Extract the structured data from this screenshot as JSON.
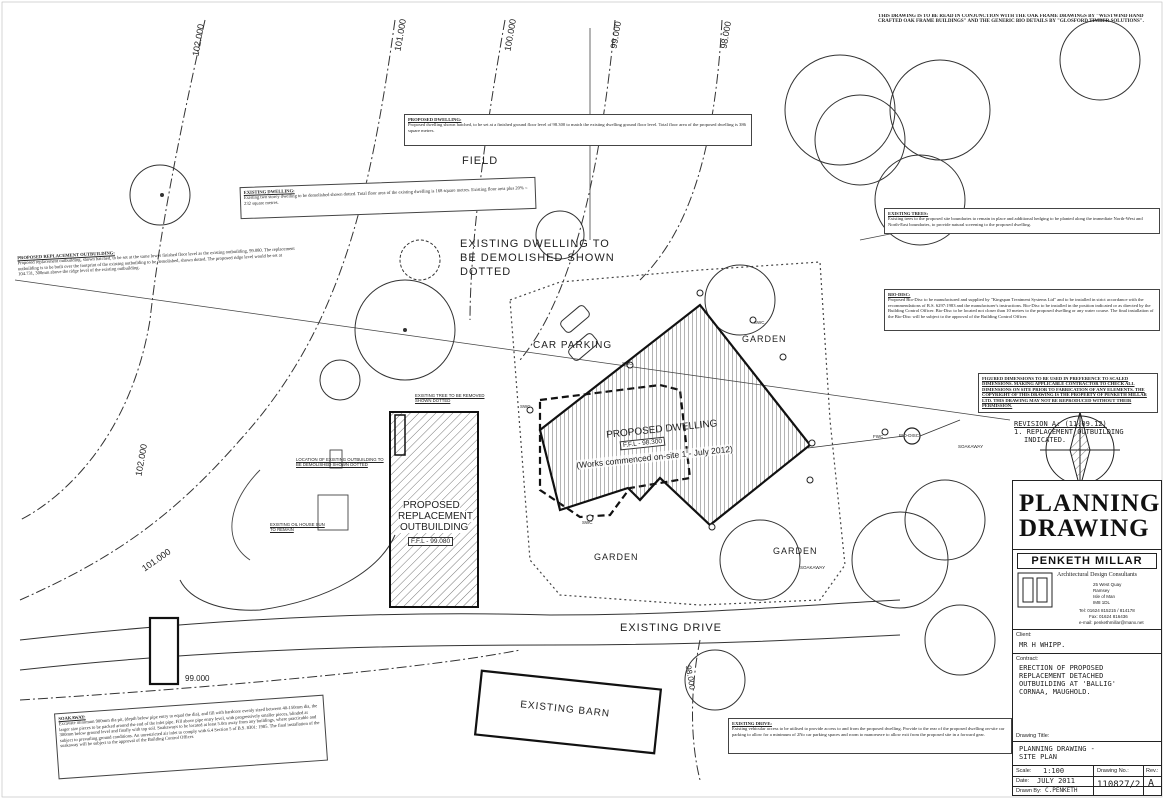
{
  "header_note": "THIS DRAWING IS TO BE READ IN CONJUNCTION WITH THE OAK FRAME DRAWINGS BY \"WESTWIND HAND CRAFTED OAK FRAME BUILDINGS\" AND THE GENERIC BIO DETAILS BY \"GLOSFORD TIMBER SOLUTIONS\".",
  "contours": [
    "102.000",
    "101.000",
    "100.000",
    "99.000",
    "98.000",
    "102.000",
    "101.000",
    "99.000",
    "98.000"
  ],
  "labels": {
    "field": "FIELD",
    "existing_dwelling": "EXISTING DWELLING TO",
    "existing_dwelling_2": "BE DEMOLISHED SHOWN",
    "existing_dwelling_3": "DOTTED",
    "car_parking": "CAR PARKING",
    "garden_ne": "GARDEN",
    "garden_s": "GARDEN",
    "garden_e": "GARDEN",
    "existing_drive": "EXISTING     DRIVE",
    "existing_barn": "EXISTING     BARN",
    "proposed_dwelling": "PROPOSED DWELLING",
    "dwelling_ffl": "F.F.L - 98.300",
    "works_commenced": "(Works commenced on-site 1 - July 2012)",
    "outbuilding_1": "PROPOSED",
    "outbuilding_2": "REPLACEMENT",
    "outbuilding_3": "OUTBUILDING",
    "outbuilding_ffl": "F.F.L - 99.080",
    "bio_disc": "BIO-DISC",
    "soakaway": "SOAKAWAY",
    "soakaway_2": "SOAKAWAY",
    "existing_trees_note": "EXISTING TREE TO BE REMOVED SHOWN DOTTED",
    "location_note": "LOCATION OF EXISTING OUTBUILDING TO BE DEMOLISHED SHOWN DOTTED",
    "existing_oil": "EXISTING OIL HOUSE SUN TO REMAIN",
    "svp1": "SWC",
    "svp2": "SWC",
    "svp3": "SWC",
    "svp4": "SWC",
    "svp5": "FWC"
  },
  "notes": {
    "proposed_dwelling_h": "PROPOSED DWELLING:",
    "proposed_dwelling_t": "Proposed dwelling shown hatched, to be set at a finished ground floor level of 98.300 to match the existing dwelling ground floor level. Total floor area of the proposed dwelling is 386 square metres.",
    "existing_dwelling_h": "EXISTING DWELLING:",
    "existing_dwelling_t": "Existing two storey dwelling to be demolished shown dotted. Total floor area of the existing dwelling is 168 square metres. Existing floor area plus 20% = 232 square metres.",
    "outbuilding_h": "PROPOSED REPLACEMENT OUTBUILDING:",
    "outbuilding_t": "Proposed replacement outbuilding, shown hatched, to be set at the same lower finished floor level as the existing outbuilding, 99.080. The replacement outbuilding is to be built over the footprint of the existing outbuilding to be demolished, shown dotted. The proposed ridge level would be set at 104.731, 300mm above the ridge level of the existing outbuilding.",
    "trees_h": "EXISTING TREES:",
    "trees_t": "Existing trees to the proposed site boundaries to remain in place and additional hedging to be planted along the immediate North-West and North-East boundaries, to provide natural screening to the proposed dwelling.",
    "biodisc_h": "BIO-DISC:",
    "biodisc_t": "Proposed Bio-Disc to be manufactured and supplied by \"Kingspan Treatment Systems Ltd\" and to be installed in strict accordance with the recommendations of B.S. 6297:1983 and the manufacturer's instructions. Bio-Disc to be installed in the position indicated or as directed by the Building Control Officer. Bio-Disc to be located not closer than 10 metres to the proposed dwelling or any water course. The final installation of the Bio-Disc will be subject to the approval of the Building Control Officer.",
    "dims_t": "FIGURED DIMENSIONS TO BE USED IN PREFERENCE TO SCALED DIMENSIONS. MAKING APPLICABLE CONTRACTOR TO CHECK ALL DIMENSIONS ON SITE PRIOR TO FABRICATION OF ANY ELEMENTS. THE COPYRIGHT OF THIS DRAWING IS THE PROPERTY OF PENKETH MILLAR LTD. THIS DRAWING MAY NOT BE REPRODUCED WITHOUT THEIR PERMISSION.",
    "soakaway_h": "SOAKAWAY:",
    "soakaway_t": "Excavate minimum 900mm dia pit, (depth below pipe entry to equal the dia), and fill with hardcore evenly sized between 40-150mm dia, the larger size pieces to be packed around the end of the inlet pipe. Fill above pipe entry level, with progressively smaller pieces, blinded at 300mm below ground level and finally with top soil. Soakaways to be located at least 5.0m away from any buildings, where practicable and subject to prevailing ground conditions. An unrestricted air inlet to comply with 6.4 Section 5 of B.S. 8301: 1985. The final installation of the soakaway will be subject to the approval of the Building Control Officer.",
    "drive_h": "EXISTING DRIVE:",
    "drive_t": "Existing vehicular access to be utilised to provide access to and from the proposed dwelling. Provide to the rear of the proposed dwelling on-site car parking to allow for a minimum of 2No car parking spaces and room to manoeuvre to allow exit from the proposed site in a forward gear."
  },
  "revision": {
    "line1": "REVISION A:    (11.09.12)",
    "line2": "1. REPLACEMENT OUTBUILDING",
    "line3": "INDICATED."
  },
  "title_block": {
    "title_1": "PLANNING",
    "title_2": "DRAWING",
    "firm": "PENKETH MILLAR",
    "firm_sub": "Architectural Design Consultants",
    "address_1": "25 West Quay",
    "address_2": "Ramsey",
    "address_3": "Isle of Man",
    "address_4": "IM8 1DL",
    "tel": "Tel: 01624 815215 / 814178",
    "fax": "Fax: 01624 816436",
    "email": "e-mail: penkethmillar@manx.net",
    "client_lbl": "Client:",
    "client": "MR H WHIPP.",
    "contract_lbl": "Contract:",
    "contract_1": "ERECTION OF PROPOSED",
    "contract_2": "REPLACEMENT DETACHED",
    "contract_3": "OUTBUILDING AT 'BALLIG'",
    "contract_4": "CORNAA, MAUGHOLD.",
    "dtitle_lbl": "Drawing Title:",
    "dtitle_1": "PLANNING DRAWING -",
    "dtitle_2": "SITE PLAN",
    "scale_lbl": "Scale:",
    "scale": "1:100",
    "date_lbl": "Date:",
    "date": "JULY 2011",
    "drawnby_lbl": "Drawn By:",
    "drawnby": "C.PENKETH",
    "dwgno_lbl": "Drawing No.:",
    "dwgno": "110827/2",
    "rev_lbl": "Rev.:",
    "rev": "A"
  }
}
